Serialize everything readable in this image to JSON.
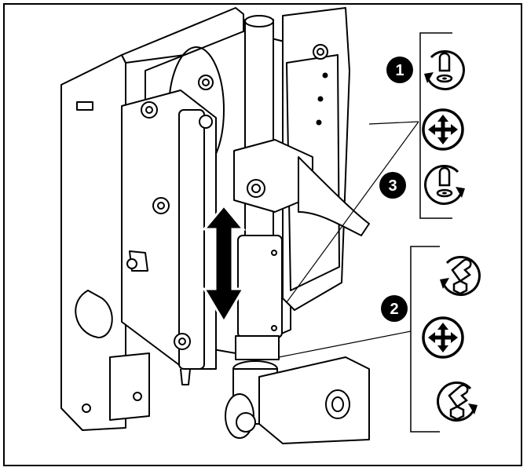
{
  "steps": [
    {
      "number": "1",
      "icons": [
        "loosen-knob-icon"
      ]
    },
    {
      "number": "2",
      "icons": [
        "loosen-wrench-icon",
        "adjust-move-icon",
        "tighten-wrench-icon"
      ]
    },
    {
      "number": "3",
      "icons": [
        "tighten-knob-icon"
      ]
    }
  ],
  "center_icon": "adjust-move-icon",
  "colors": {
    "line": "#000000",
    "fill": "#ffffff"
  }
}
